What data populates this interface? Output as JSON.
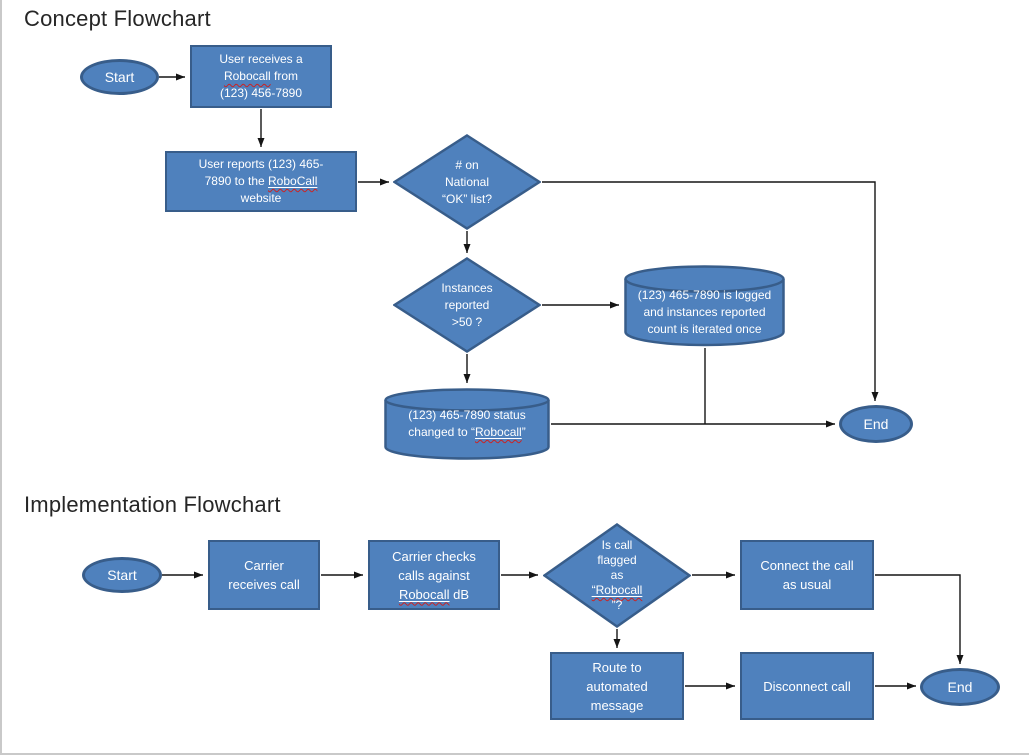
{
  "colors": {
    "shape_fill": "#4f81bd",
    "shape_border": "#385d8a",
    "shape_text": "#ffffff",
    "connector": "#151515",
    "title_text": "#262626",
    "page_border": "#c9c9c9",
    "squiggle": "#cc2222"
  },
  "concept": {
    "title": "Concept Flowchart",
    "start_label": "Start",
    "end_label": "End",
    "receive_box": [
      [
        {
          "t": "User receives a"
        }
      ],
      [
        {
          "t": "Robocall",
          "u": "squiggle"
        },
        {
          "t": " from"
        }
      ],
      [
        {
          "t": "(123) 456-7890"
        }
      ]
    ],
    "report_box": [
      [
        {
          "t": "User reports (123) 465-"
        }
      ],
      [
        {
          "t": "7890  to the "
        },
        {
          "t": "RoboCall",
          "u": "line-squiggle"
        }
      ],
      [
        {
          "t": "website"
        }
      ]
    ],
    "ok_list_diamond": [
      [
        {
          "t": "# on"
        }
      ],
      [
        {
          "t": "National"
        }
      ],
      [
        {
          "t": "“OK” list?"
        }
      ]
    ],
    "instances_diamond": [
      [
        {
          "t": "Instances"
        }
      ],
      [
        {
          "t": "reported"
        }
      ],
      [
        {
          "t": ">50 ?"
        }
      ]
    ],
    "logged_database": [
      [
        {
          "t": "(123) 465-7890 is logged"
        }
      ],
      [
        {
          "t": "and instances reported"
        }
      ],
      [
        {
          "t": "count is iterated once"
        }
      ]
    ],
    "status_database": [
      [
        {
          "t": "(123) 465-7890 status"
        }
      ],
      [
        {
          "t": "changed to “"
        },
        {
          "t": "Robocall",
          "u": "line-squiggle"
        },
        {
          "t": "”"
        }
      ]
    ]
  },
  "implementation": {
    "title": "Implementation Flowchart",
    "start_label": "Start",
    "end_label": "End",
    "carrier_receives_box": [
      [
        {
          "t": "Carrier"
        }
      ],
      [
        {
          "t": "receives call"
        }
      ]
    ],
    "carrier_checks_box": [
      [
        {
          "t": "Carrier checks"
        }
      ],
      [
        {
          "t": "calls against"
        }
      ],
      [
        {
          "t": "Robocall",
          "u": "line-squiggle"
        },
        {
          "t": " dB"
        }
      ]
    ],
    "flagged_diamond": [
      [
        {
          "t": "Is call"
        }
      ],
      [
        {
          "t": "flagged"
        }
      ],
      [
        {
          "t": "as"
        }
      ],
      [
        {
          "t": "“Robocall",
          "u": "line-squiggle"
        }
      ],
      [
        {
          "t": "”?"
        }
      ]
    ],
    "connect_box": [
      [
        {
          "t": "Connect the call"
        }
      ],
      [
        {
          "t": "as usual"
        }
      ]
    ],
    "route_box": [
      [
        {
          "t": "Route to"
        }
      ],
      [
        {
          "t": "automated"
        }
      ],
      [
        {
          "t": "message"
        }
      ]
    ],
    "disconnect_box": [
      [
        {
          "t": "Disconnect call"
        }
      ]
    ]
  }
}
